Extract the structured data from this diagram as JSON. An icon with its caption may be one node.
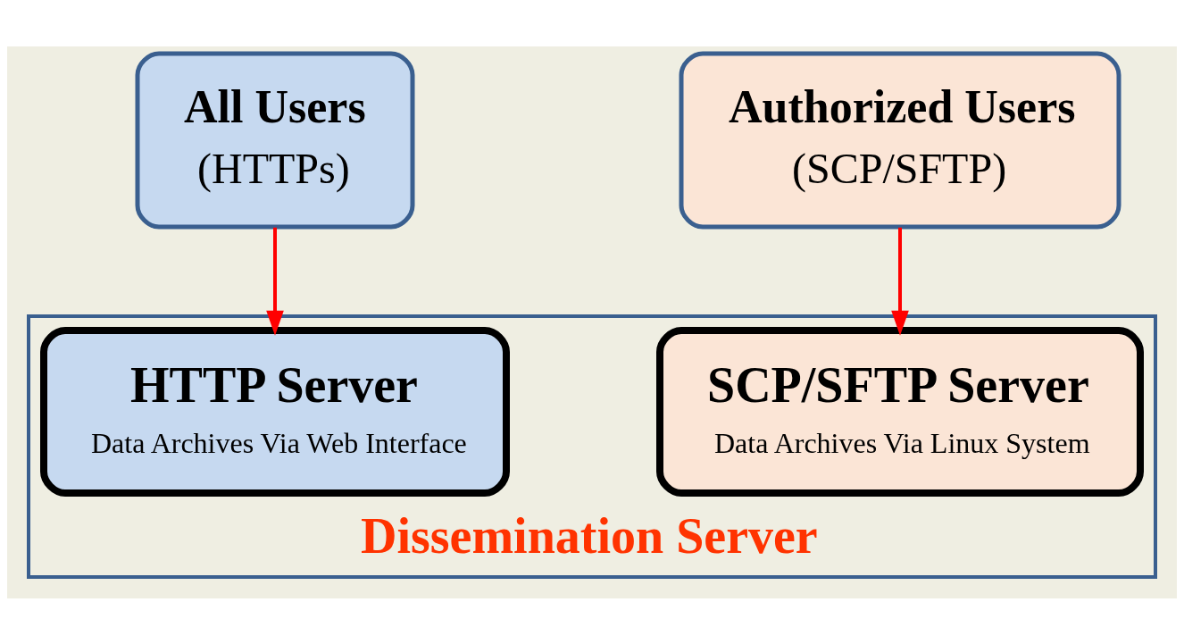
{
  "diagram": {
    "nodes": [
      {
        "text": [
          "All Users",
          "(HTTPs)"
        ]
      },
      {
        "text": [
          "Authorized Users",
          "(SCP/SFTP)"
        ]
      },
      {
        "text": [
          "Dissemination Server"
        ]
      },
      {
        "text": [
          "HTTP Server",
          "Data Archives Via Web Interface"
        ],
        "in": 2
      },
      {
        "text": [
          "SCP/SFTP Server",
          "Data Archives Via Linux System"
        ],
        "in": 2
      }
    ],
    "edges": [
      {
        "from": 0,
        "to": 3,
        "arrow": "to"
      },
      {
        "from": 1,
        "to": 4,
        "arrow": "to"
      }
    ]
  }
}
